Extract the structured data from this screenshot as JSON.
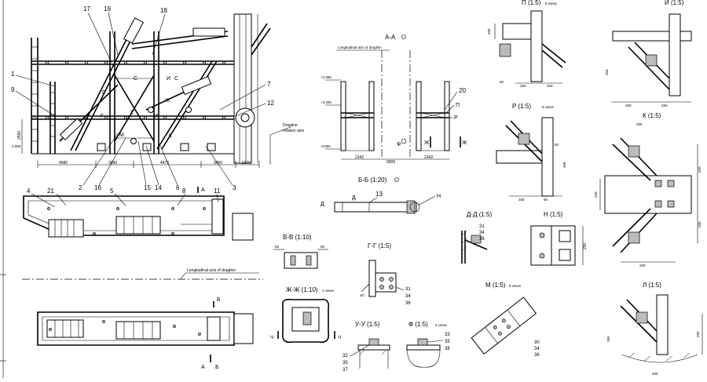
{
  "main_view": {
    "balloons": [
      "1",
      "9",
      "17",
      "19",
      "18",
      "7",
      "12",
      "2",
      "16",
      "15",
      "14",
      "6",
      "3"
    ],
    "labels": [
      "Г",
      "Т",
      "М",
      "С",
      "И",
      "С",
      "Ж",
      "Л",
      "Г",
      "И"
    ],
    "dims": [
      "4580",
      "3090",
      "4475",
      "9450",
      "2270",
      "2590",
      "0.000"
    ],
    "note_dragline": "Dragline",
    "note_rotation": "rotation axis"
  },
  "plan_view": {
    "balloons": [
      "4",
      "21",
      "5",
      "8",
      "11"
    ],
    "section_marks": [
      "А",
      "А",
      "Б",
      "Б"
    ],
    "longitudinal_axis": "Longitudinal axis of dragline"
  },
  "section_aa": {
    "title": "А-А",
    "axis_label": "Longitudinal axis of dragline",
    "balloons": [
      "20"
    ],
    "labels": [
      "П",
      "Р",
      "Ф",
      "Ж",
      "Ж"
    ],
    "dims": [
      "2342",
      "6800",
      "2342",
      "+3.395",
      "+2.395",
      "-0.865"
    ]
  },
  "section_bb": {
    "title": "Б-Б (1:20)",
    "balloons": [
      "13"
    ],
    "labels": [
      "Д",
      "Д",
      "Н"
    ]
  },
  "section_vv": {
    "title": "В-В (1:10)",
    "dims": [
      "50",
      "50"
    ]
  },
  "section_gg": {
    "title": "Г-Г (1:5)",
    "balloons": [
      "31",
      "34",
      "36"
    ],
    "dims": [
      "45°"
    ]
  },
  "section_zz": {
    "title": "Ж-Ж (1:10)",
    "note": "4 views",
    "labels": [
      "Ч",
      "Ч"
    ]
  },
  "section_uu": {
    "title": "У-У (1:5)",
    "balloons": [
      "32",
      "35",
      "37"
    ]
  },
  "section_ff": {
    "title": "Ф (1:5)",
    "note": "4 views",
    "balloons": [
      "33",
      "35",
      "38"
    ]
  },
  "view_dd": {
    "title": "Д-Д (1:5)",
    "balloons": [
      "31",
      "34",
      "36"
    ]
  },
  "view_n": {
    "title": "Н (1:5)",
    "dims": [
      "250"
    ]
  },
  "view_m": {
    "title": "М (1:5)",
    "note": "8 views",
    "balloons": [
      "30",
      "34",
      "36"
    ]
  },
  "view_p": {
    "title": "П (1:5)",
    "note": "8 views",
    "dims": [
      "50",
      "400",
      "250",
      "250"
    ]
  },
  "view_r": {
    "title": "Р (1:5)",
    "note": "8 views",
    "dims": [
      "50",
      "400",
      "250",
      "60"
    ]
  },
  "view_i": {
    "title": "И (1:5)",
    "dims": [
      "250",
      "250",
      "250"
    ]
  },
  "view_k": {
    "title": "К (1:5)",
    "dims": [
      "200",
      "250",
      "250",
      "250",
      "200"
    ]
  },
  "view_l": {
    "title": "Л (1:5)",
    "dims": [
      "250",
      "250",
      "200"
    ]
  }
}
